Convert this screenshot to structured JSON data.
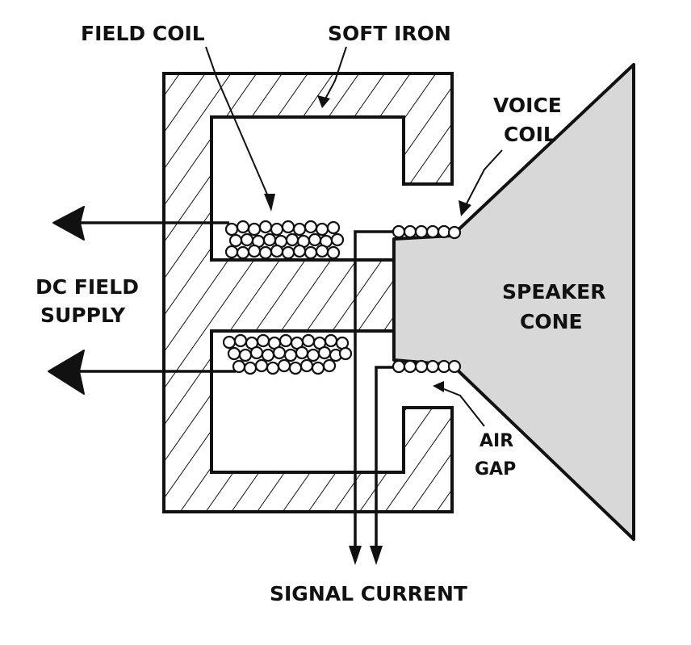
{
  "labels": {
    "field_coil": "FIELD COIL",
    "soft_iron": "SOFT IRON",
    "voice_coil_line1": "VOICE",
    "voice_coil_line2": "COIL",
    "dc_field_line1": "DC FIELD",
    "dc_field_line2": "SUPPLY",
    "speaker_cone_line1": "SPEAKER",
    "speaker_cone_line2": "CONE",
    "air_gap_line1": "AIR",
    "air_gap_line2": "GAP",
    "signal_current": "SIGNAL CURRENT"
  },
  "colors": {
    "ink": "#111111",
    "cone_fill": "#d8d8d8",
    "background": "#ffffff"
  }
}
